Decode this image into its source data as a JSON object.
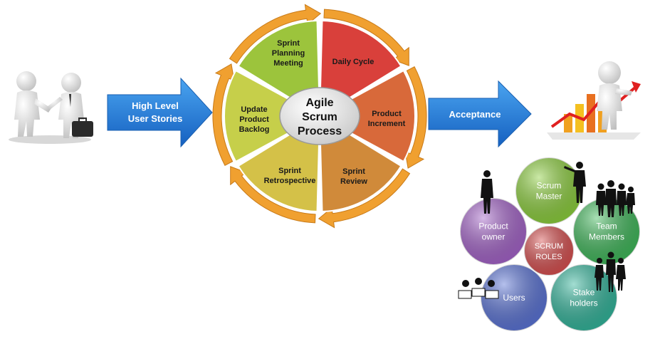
{
  "arrows": {
    "input_line1": "High Level",
    "input_line2": "User Stories",
    "output": "Acceptance"
  },
  "cycle": {
    "center_line1": "Agile",
    "center_line2": "Scrum",
    "center_line3": "Process",
    "segments": [
      {
        "lines": [
          "Sprint",
          "Planning",
          "Meeting"
        ],
        "color": "#9cc43c"
      },
      {
        "lines": [
          "Daily Cycle"
        ],
        "color": "#d9403b"
      },
      {
        "lines": [
          "Product",
          "Increment"
        ],
        "color": "#d8693a"
      },
      {
        "lines": [
          "Sprint",
          "Review"
        ],
        "color": "#d08a3a"
      },
      {
        "lines": [
          "Sprint",
          "Retrospective"
        ],
        "color": "#d4c148"
      },
      {
        "lines": [
          "Update",
          "Product",
          "Backlog"
        ],
        "color": "#c6cf4a"
      }
    ]
  },
  "roles": {
    "center": {
      "lines": [
        "SCRUM",
        "ROLES"
      ],
      "color": "#d84f4f"
    },
    "items": [
      {
        "lines": [
          "Scrum",
          "Master"
        ],
        "color": "#8ccf3c"
      },
      {
        "lines": [
          "Team",
          "Members"
        ],
        "color": "#3fb85a"
      },
      {
        "lines": [
          "Stake",
          "holders"
        ],
        "color": "#32b59b"
      },
      {
        "lines": [
          "Users"
        ],
        "color": "#5a73d6"
      },
      {
        "lines": [
          "Product",
          "owner"
        ],
        "color": "#a463c9"
      }
    ]
  },
  "colors": {
    "blue_arrow": "#1e76d6",
    "ring": "#f0a030",
    "center_disk": "#e4e4e4"
  }
}
